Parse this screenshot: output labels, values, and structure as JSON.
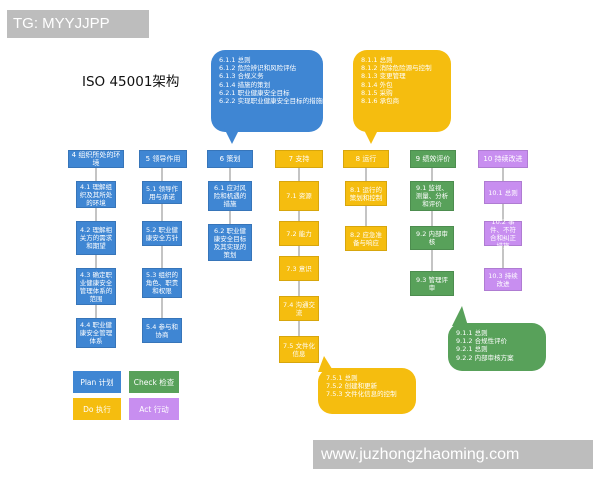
{
  "watermark_top": "TG: MYYJJPP",
  "watermark_bottom": "www.juzhongzhaoming.com",
  "title": "ISO 45001架构",
  "columns": {
    "c4": {
      "header": "4 组织所处的环境",
      "items": [
        "4.1 理解组织及其所处的环境",
        "4.2 理解相关方的需求和期望",
        "4.3 确定职业健康安全管理体系的范围",
        "4.4 职业健康安全管理体系"
      ]
    },
    "c5": {
      "header": "5 领导作用",
      "items": [
        "5.1 领导作用与承诺",
        "5.2 职业健康安全方针",
        "5.3 组织的角色、职责和权限",
        "5.4 参与和协商"
      ]
    },
    "c6": {
      "header": "6 策划",
      "items": [
        "6.1 应对风险和机遇的措施",
        "6.2 职业健康安全目标及其实现的策划"
      ]
    },
    "c7": {
      "header": "7 支持",
      "items": [
        "7.1 资源",
        "7.2 能力",
        "7.3 意识",
        "7.4 沟通交流",
        "7.5 文件化信息"
      ]
    },
    "c8": {
      "header": "8 运行",
      "items": [
        "8.1 运行的策划和控制",
        "8.2 应急准备与响应"
      ]
    },
    "c9": {
      "header": "9 绩效评价",
      "items": [
        "9.1 监视、测量、分析和评价",
        "9.2 内部审核",
        "9.3 管理评审"
      ]
    },
    "c10": {
      "header": "10 持续改进",
      "items": [
        "10.1 总则",
        "10.2 事件、不符合和纠正措施",
        "10.3 持续改进"
      ]
    }
  },
  "callouts": {
    "c6": [
      "6.1.1 总则",
      "6.1.2 危险辨识和风险评估",
      "6.1.3 合规义务",
      "6.1.4 措施的策划",
      "6.2.1 职业健康安全目标",
      "6.2.2 实现职业健康安全目标的措施的策划"
    ],
    "c8": [
      "8.1.1 总则",
      "8.1.2 消除危险源与控制",
      "8.1.3 变更管理",
      "8.1.4 外包",
      "8.1.5 采购",
      "8.1.6 承包商"
    ],
    "c7": [
      "7.5.1 总则",
      "7.5.2 创建和更新",
      "7.5.3 文件化信息的控制"
    ],
    "c9": [
      "9.1.1 总则",
      "9.1.2 合规性评价",
      "9.2.1 总则",
      "9.2.2 内部审核方案"
    ]
  },
  "legend": {
    "plan": "Plan 计划",
    "check": "Check 检查",
    "do": "Do 执行",
    "act": "Act 行动"
  },
  "colors": {
    "plan": "#3f86d3",
    "do": "#f5bd0f",
    "check": "#58a15a",
    "act": "#c88ef0"
  }
}
